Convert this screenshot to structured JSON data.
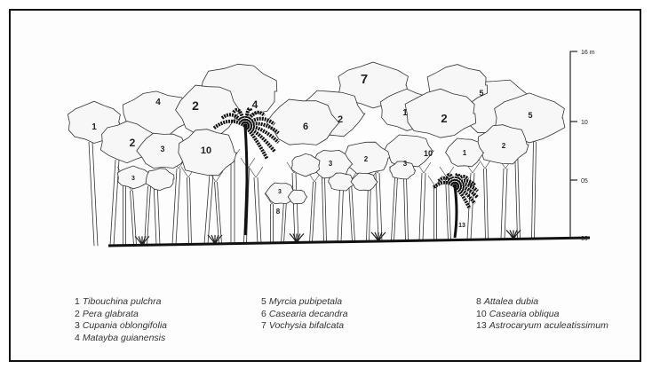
{
  "diagram": {
    "scale_labels": [
      "16 m",
      "10",
      "05",
      "00"
    ],
    "crown_labels": [
      {
        "id": "c1",
        "text": "1"
      },
      {
        "id": "c2",
        "text": "2"
      },
      {
        "id": "c3",
        "text": "3"
      },
      {
        "id": "c4",
        "text": "4"
      },
      {
        "id": "c5",
        "text": "5"
      },
      {
        "id": "c6",
        "text": "6"
      },
      {
        "id": "c7",
        "text": "7"
      },
      {
        "id": "c8",
        "text": "8"
      },
      {
        "id": "c10",
        "text": "10"
      },
      {
        "id": "c13",
        "text": "13"
      }
    ],
    "colors": {
      "ink": "#333333",
      "crown_fill": "#f7f7f7",
      "ground": "#111111"
    }
  },
  "legend": {
    "columns": [
      [
        {
          "num": "1",
          "species": "Tibouchina pulchra"
        },
        {
          "num": "2",
          "species": "Pera glabrata"
        },
        {
          "num": "3",
          "species": "Cupania oblongifolia"
        },
        {
          "num": "4",
          "species": "Matayba guianensis"
        }
      ],
      [
        {
          "num": "5",
          "species": "Myrcia pubipetala"
        },
        {
          "num": "6",
          "species": "Casearia decandra"
        },
        {
          "num": "7",
          "species": "Vochysia bifalcata"
        }
      ],
      [
        {
          "num": "8",
          "species": "Attalea dubia"
        },
        {
          "num": "10",
          "species": "Casearia obliqua"
        },
        {
          "num": "13",
          "species": "Astrocaryum aculeatissimum"
        }
      ]
    ]
  }
}
